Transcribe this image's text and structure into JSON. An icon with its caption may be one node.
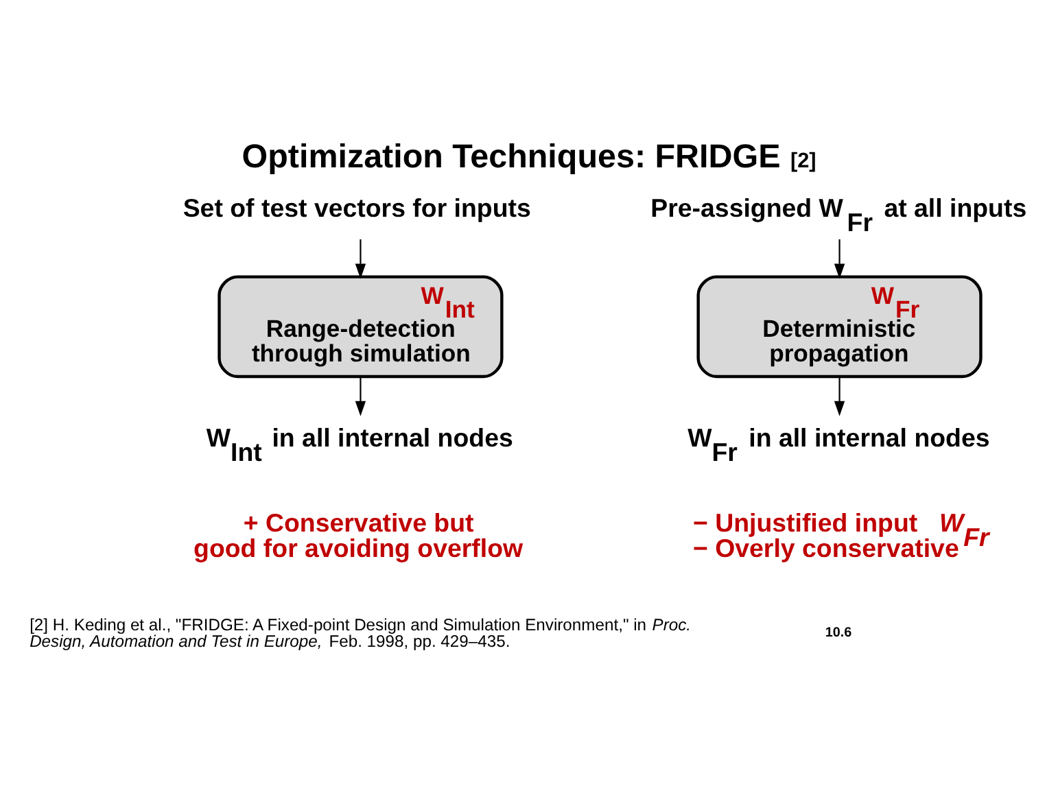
{
  "diagram": {
    "title": "Optimization Techniques: FRIDGE",
    "nodes": [
      {
        "text": [
          "Set of test vectors for inputs"
        ]
      },
      {
        "text": [
          "W$_{Int}$",
          "Range-detection through simulation"
        ]
      },
      {
        "text": [
          "W$_{Int}$ in all internal nodes"
        ]
      },
      {
        "text": [
          "Pre-assigned W$_{Fr}$ at all inputs"
        ]
      },
      {
        "text": [
          "W$_{Fr}$",
          "Deterministic propagation"
        ]
      },
      {
        "text": [
          "W$_{Fr}$ in all internal nodes"
        ]
      }
    ],
    "edges": [
      {
        "from": 0,
        "to": 1,
        "arrow": "to"
      },
      {
        "from": 1,
        "to": 2,
        "arrow": "to"
      },
      {
        "from": 3,
        "to": 4,
        "arrow": "to"
      },
      {
        "from": 4,
        "to": 5,
        "arrow": "to"
      }
    ],
    "labels": [
      "[2]",
      "+ Conservative but good for avoiding overflow",
      "− Unjustified input *W$_{Fr}$*",
      "− Overly conservative",
      "[2] H. Keding et al., \"FRIDGE: A Fixed-point Design and Simulation Environment,\" in *Proc. Design, Automation and Test in Europe,* Feb. 1998, pp. 429–435.",
      "10.6"
    ]
  }
}
